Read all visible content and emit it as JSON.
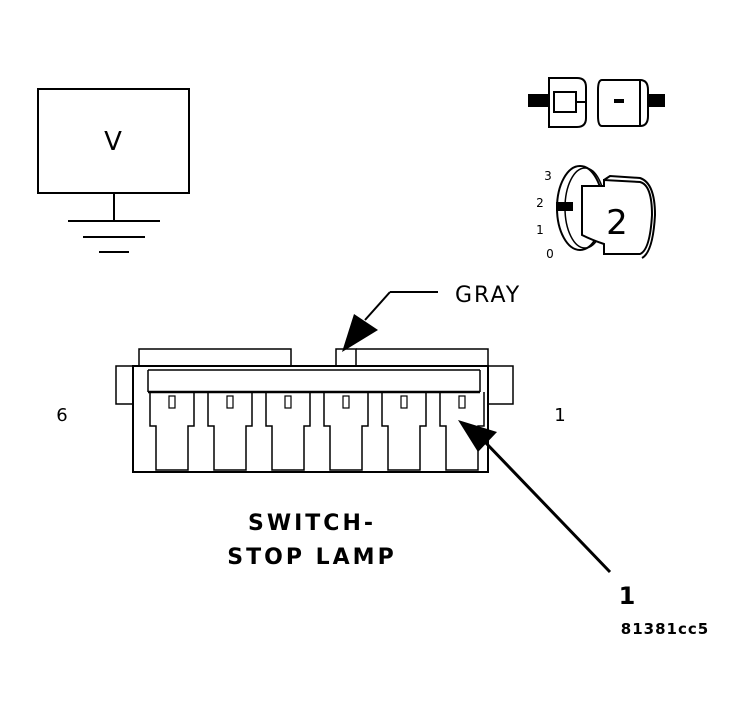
{
  "meter": {
    "symbol": "V"
  },
  "ignition": {
    "positions": [
      "3",
      "2",
      "1",
      "0"
    ],
    "key_label": "2"
  },
  "wire_color": "GRAY",
  "pins": {
    "left": "6",
    "right": "1"
  },
  "component": {
    "line1": "SWITCH-",
    "line2": "STOP LAMP"
  },
  "callout": "1",
  "figure_id": "81381cc5"
}
